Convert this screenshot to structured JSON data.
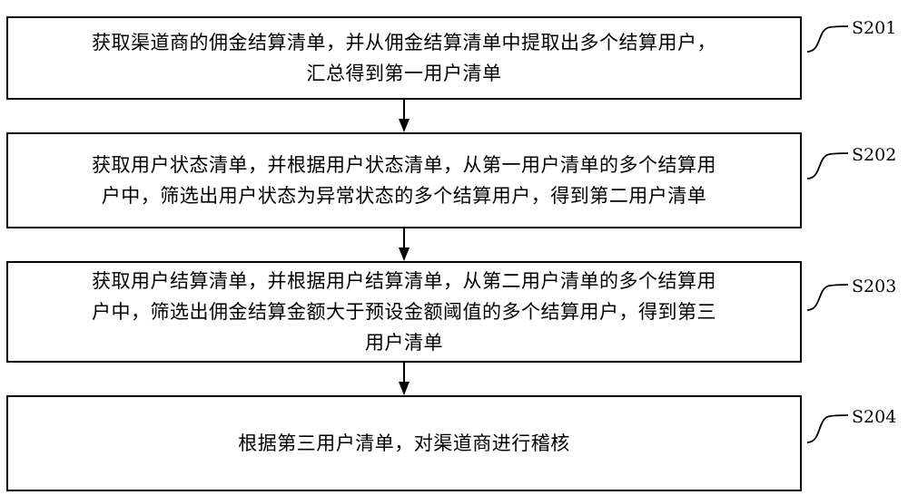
{
  "steps": [
    {
      "id": "S201",
      "lines": [
        "获取渠道商的佣金结算清单，并从佣金结算清单中提取出多个结算用户，",
        "汇总得到第一用户清单"
      ]
    },
    {
      "id": "S202",
      "lines": [
        "获取用户状态清单，并根据用户状态清单，从第一用户清单的多个结算用",
        "户中，筛选出用户状态为异常状态的多个结算用户，得到第二用户清单"
      ]
    },
    {
      "id": "S203",
      "lines": [
        "获取用户结算清单，并根据用户结算清单，从第二用户清单的多个结算用",
        "户中，筛选出佣金结算金额大于预设金额阈值的多个结算用户，得到第三",
        "用户清单"
      ]
    },
    {
      "id": "S204",
      "lines": [
        "根据第三用户清单，对渠道商进行稽核"
      ]
    }
  ],
  "colors": {
    "stroke": "#000000",
    "background": "#ffffff"
  }
}
